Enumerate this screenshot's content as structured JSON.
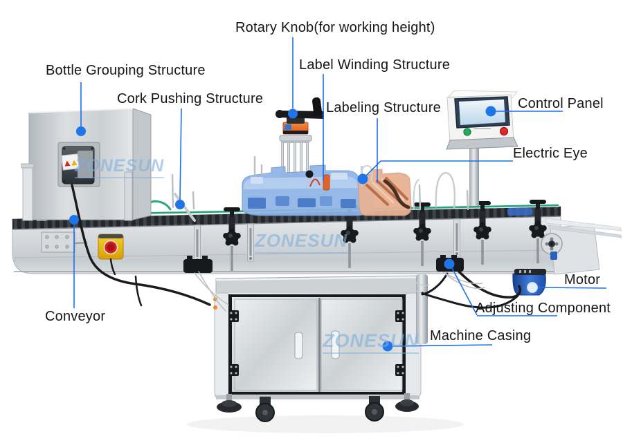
{
  "figure": {
    "background_color": "#ffffff",
    "annotation_style": {
      "line_color": "#1a6fe8",
      "dot_color": "#1f75e8",
      "motor_dot_color": "#e4f0fc",
      "text_color": "#161616"
    },
    "watermark": {
      "text": "ZONESUN",
      "color": "rgba(125,175,220,0.6)"
    },
    "machine_colors": {
      "body_steel": "#d8dcdf",
      "label_winding_highlight": "#8fb4e6",
      "labeling_highlight": "#e7b295",
      "motor": "#2a5fc4",
      "emergency_stop_box": "#e9b50e",
      "emergency_stop_button": "#d42020",
      "conveyor_rail_green": "#28a37b",
      "rotary_knob_collar": "#ec6522"
    },
    "annotations": [
      {
        "id": "rotary-knob",
        "label": "Rotary Knob(for working height)"
      },
      {
        "id": "bottle-grouping",
        "label": "Bottle Grouping Structure"
      },
      {
        "id": "cork-pushing",
        "label": "Cork Pushing Structure"
      },
      {
        "id": "label-winding",
        "label": "Label Winding Structure"
      },
      {
        "id": "labeling-structure",
        "label": "Labeling Structure"
      },
      {
        "id": "control-panel",
        "label": "Control Panel"
      },
      {
        "id": "electric-eye",
        "label": "Electric Eye"
      },
      {
        "id": "motor",
        "label": "Motor"
      },
      {
        "id": "adjusting-component",
        "label": "Adjusting Component"
      },
      {
        "id": "machine-casing",
        "label": "Machine Casing"
      },
      {
        "id": "conveyor",
        "label": "Conveyor"
      }
    ]
  }
}
